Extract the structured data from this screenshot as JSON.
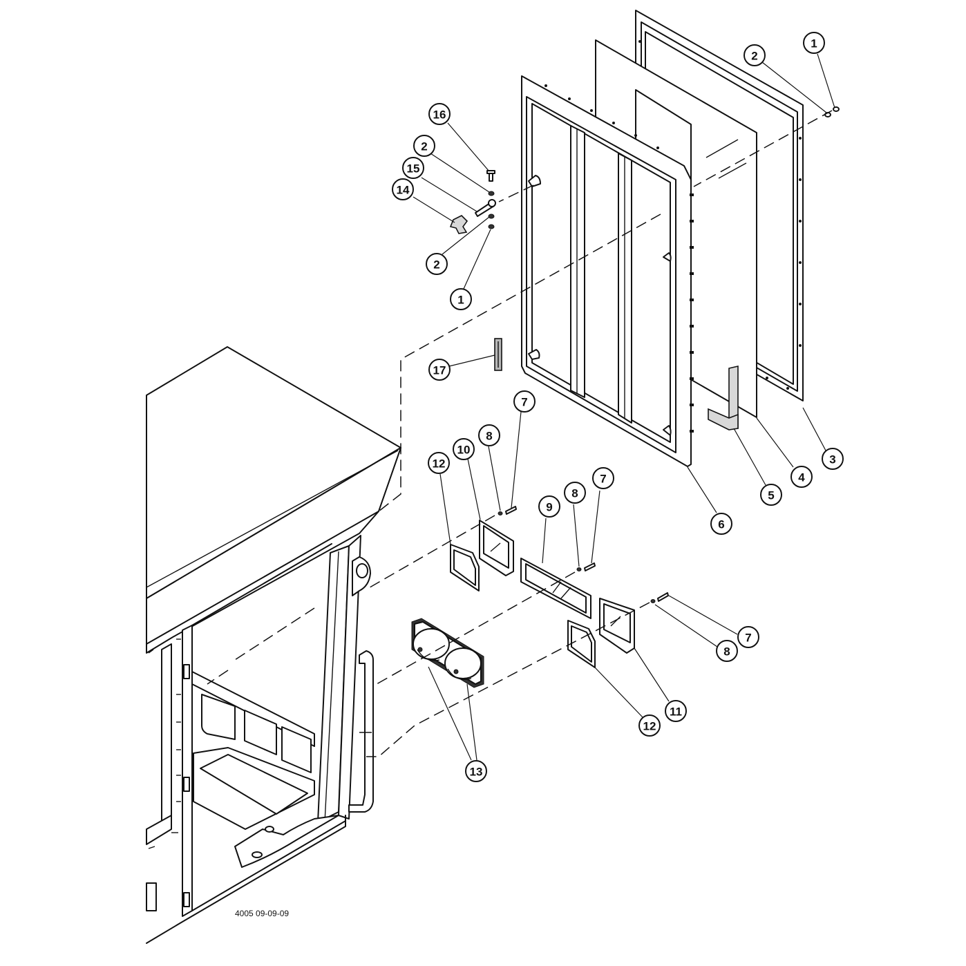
{
  "drawing_code": "4005 09-09-09",
  "callouts": [
    {
      "label": "1"
    },
    {
      "label": "2"
    },
    {
      "label": "3"
    },
    {
      "label": "4"
    },
    {
      "label": "5"
    },
    {
      "label": "6"
    },
    {
      "label": "2"
    },
    {
      "label": "16"
    },
    {
      "label": "15"
    },
    {
      "label": "14"
    },
    {
      "label": "2"
    },
    {
      "label": "1"
    },
    {
      "label": "17"
    },
    {
      "label": "7"
    },
    {
      "label": "8"
    },
    {
      "label": "10"
    },
    {
      "label": "12"
    },
    {
      "label": "9"
    },
    {
      "label": "8"
    },
    {
      "label": "7"
    },
    {
      "label": "7"
    },
    {
      "label": "8"
    },
    {
      "label": "11"
    },
    {
      "label": "12"
    },
    {
      "label": "13"
    }
  ]
}
